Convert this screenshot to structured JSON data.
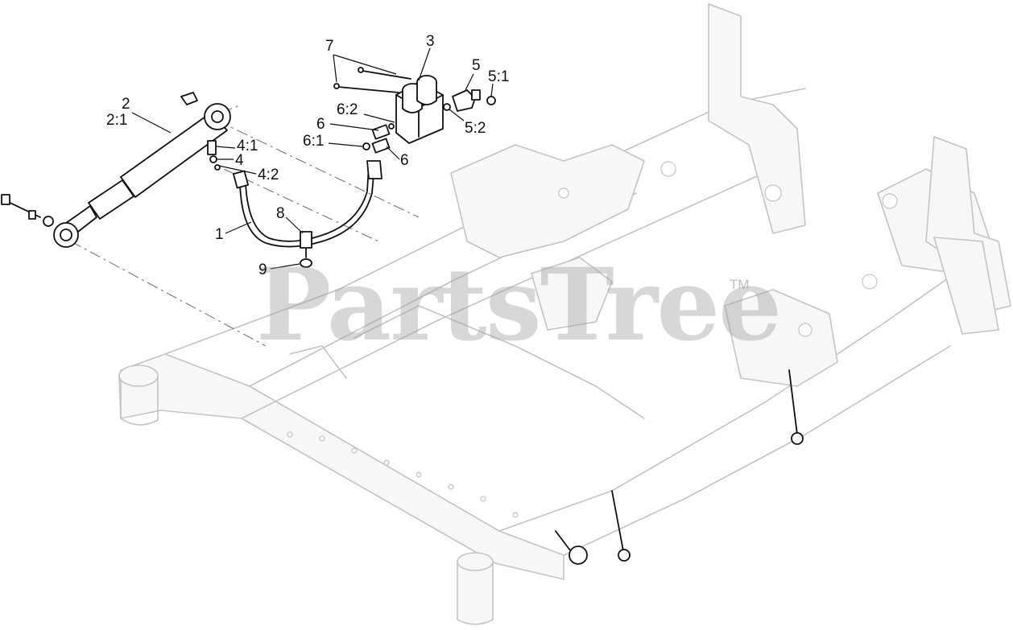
{
  "watermark": {
    "text": "PartsTree",
    "trademark": "TM"
  },
  "callouts": {
    "c1": "1",
    "c2": "2",
    "c2_1": "2:1",
    "c3": "3",
    "c4": "4",
    "c4_1": "4:1",
    "c4_2": "4:2",
    "c5": "5",
    "c5_1": "5:1",
    "c5_2": "5:2",
    "c6a": "6",
    "c6b": "6",
    "c6_1": "6:1",
    "c6_2": "6:2",
    "c7": "7",
    "c8": "8",
    "c9": "9"
  }
}
